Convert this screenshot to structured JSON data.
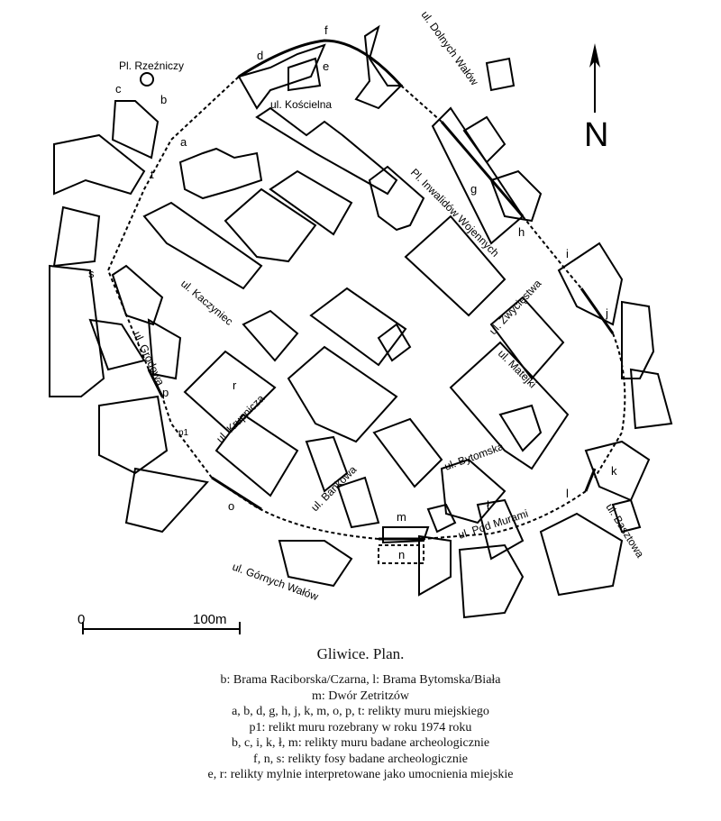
{
  "title": "Gliwice. Plan.",
  "legend": [
    "b: Brama Raciborska/Czarna, l: Brama Bytomska/Biała",
    "m: Dwór Zetritzów",
    "a, b, d, g, h, j, k, m, o, p, t: relikty muru miejskiego",
    "p1: relikt muru rozebrany w roku 1974 roku",
    "b, c, i, k, ł, m: relikty muru badane archeologicznie",
    "f, n, s: relikty fosy badane archeologicznie",
    "e, r: relikty mylnie interpretowane jako umocnienia miejskie"
  ],
  "places": {
    "pl_rzezniczy": "Pl. Rzeźniczy",
    "pl_inwalidow": "Pl. Inwalidów Wojennych"
  },
  "streets": {
    "dolnych_walow": "ul. Dolnych Wałów",
    "koscielna": "ul. Kościelna",
    "zwyciestwa": "ul. Zwycięstwa",
    "kaczyniec": "ul. Kaczyniec",
    "grodowa": "ul. Grodowa",
    "krupnicza": "ul. Krupnicza",
    "matejki": "ul. Matejki",
    "bankowa": "ul. Bankowa",
    "bytomska": "ul. Bytomska",
    "pod_murami": "ul. Pod Murami",
    "basztowa": "ul. Basztowa",
    "gornych_walow": "ul. Górnych Wałów"
  },
  "markers": {
    "a": "a",
    "b": "b",
    "c": "c",
    "d": "d",
    "e": "e",
    "f": "f",
    "g": "g",
    "h": "h",
    "i": "i",
    "j": "j",
    "k": "k",
    "l": "l",
    "l_stroke": "ł",
    "m": "m",
    "n": "n",
    "o": "o",
    "p": "p",
    "p1": "p1",
    "r": "r",
    "s": "s",
    "t": "t"
  },
  "scale": {
    "start": "0",
    "end": "100m"
  },
  "north": "N"
}
